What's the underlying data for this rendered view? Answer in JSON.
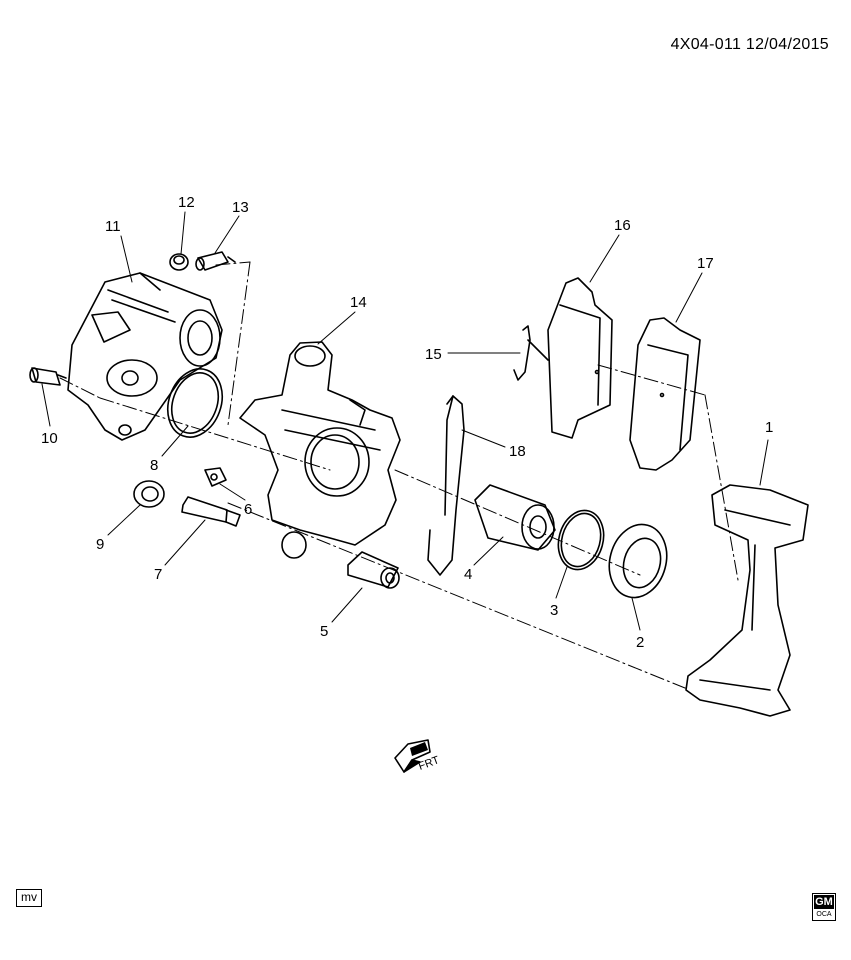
{
  "header": {
    "ref_code": "4X04-011  12/04/2015"
  },
  "footer": {
    "mv_tag": "mv",
    "gm_logo": "GM",
    "gm_sub": "OCA"
  },
  "direction": {
    "label": "FRT"
  },
  "callouts": [
    "1",
    "2",
    "3",
    "4",
    "5",
    "6",
    "7",
    "8",
    "9",
    "10",
    "11",
    "12",
    "13",
    "14",
    "15",
    "16",
    "17",
    "18"
  ]
}
